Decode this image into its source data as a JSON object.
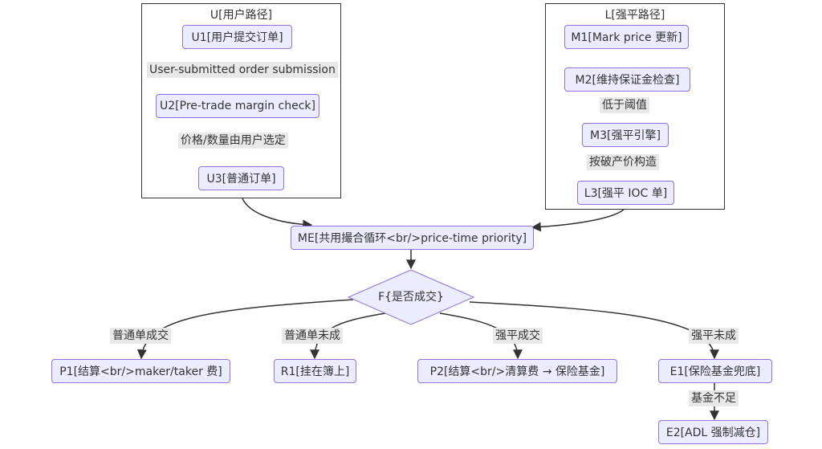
{
  "clusters": {
    "user": {
      "title": "U[用户路径]"
    },
    "liquidation": {
      "title": "L[强平路径]"
    }
  },
  "nodes": {
    "u1": "U1[用户提交订单]",
    "u2": "U2[Pre-trade margin check]",
    "u3": "U3[普通订单]",
    "m1": "M1[Mark price 更新]",
    "m2": "M2[维持保证金检查]",
    "m3": "M3[强平引擎]",
    "l3": "L3[强平 IOC 单]",
    "me": "ME[共用撮合循环<br/>price-time priority]",
    "f": "F{是否成交}",
    "p1": "P1[结算<br/>maker/taker 费]",
    "r1": "R1[挂在簿上]",
    "p2": "P2[结算<br/>清算费 → 保险基金]",
    "e1": "E1[保险基金兜底]",
    "e2": "E2[ADL 强制减仓]"
  },
  "edge_labels": {
    "u1_u2": "User-submitted order submission",
    "u2_u3": "价格/数量由用户选定",
    "m2_m3": "低于阈值",
    "m3_l3": "按破产价构造",
    "f_p1": "普通单成交",
    "f_r1": "普通单未成",
    "f_p2": "强平成交",
    "f_e1": "强平未成",
    "e1_e2": "基金不足"
  },
  "colors": {
    "node_fill": "#ECECFF",
    "node_stroke": "#9370DB",
    "edge": "#333333",
    "edge_label_bg": "#e8e8e8",
    "text": "#333333"
  }
}
